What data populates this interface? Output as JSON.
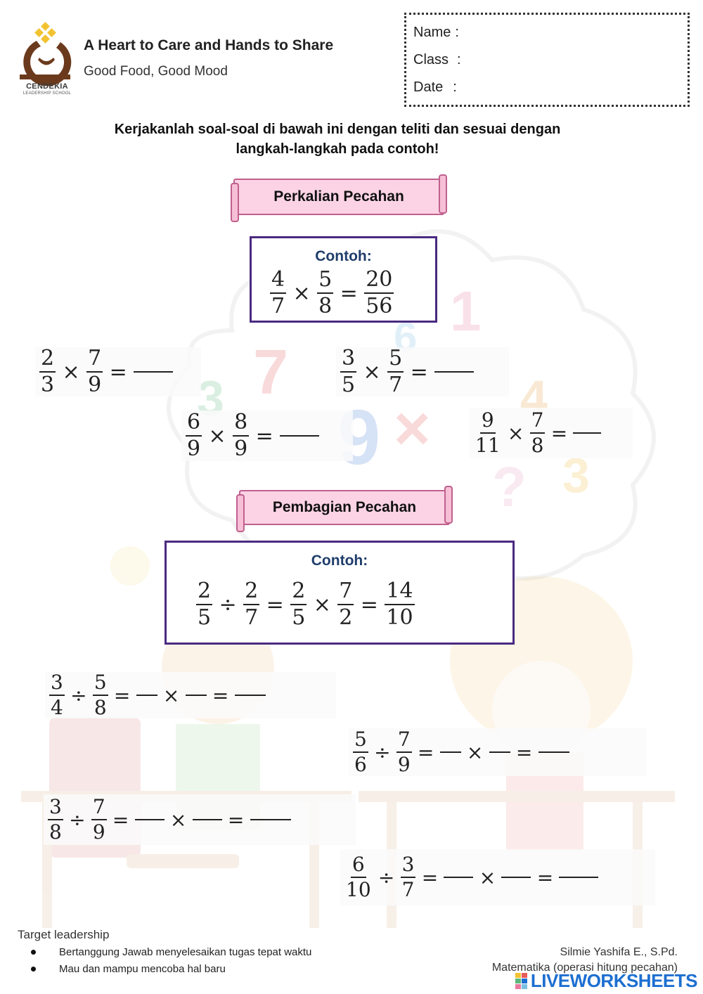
{
  "header": {
    "school_name": "CENDEKIA",
    "school_sub": "LEADERSHIP SCHOOL",
    "motto": "A Heart to Care and Hands to Share",
    "tagline": "Good Food, Good Mood"
  },
  "identity": {
    "name_label": "Name",
    "class_label": "Class",
    "date_label": "Date",
    "name_value": "",
    "class_value": "",
    "date_value": ""
  },
  "instruction": {
    "line1": "Kerjakanlah soal-soal di bawah ini dengan teliti dan sesuai dengan",
    "line2": "langkah-langkah pada contoh!"
  },
  "multiplication": {
    "banner": "Perkalian Pecahan",
    "example_title": "Contoh:",
    "example": {
      "a": {
        "num": "4",
        "den": "7"
      },
      "b": {
        "num": "5",
        "den": "8"
      },
      "result": {
        "num": "20",
        "den": "56"
      }
    },
    "problems": [
      {
        "a": {
          "num": "2",
          "den": "3"
        },
        "b": {
          "num": "7",
          "den": "9"
        }
      },
      {
        "a": {
          "num": "3",
          "den": "5"
        },
        "b": {
          "num": "5",
          "den": "7"
        }
      },
      {
        "a": {
          "num": "6",
          "den": "9"
        },
        "b": {
          "num": "8",
          "den": "9"
        }
      },
      {
        "a": {
          "num": "9",
          "den": "11"
        },
        "b": {
          "num": "7",
          "den": "8"
        }
      }
    ]
  },
  "division": {
    "banner": "Pembagian Pecahan",
    "example_title": "Contoh:",
    "example": {
      "a": {
        "num": "2",
        "den": "5"
      },
      "b": {
        "num": "2",
        "den": "7"
      },
      "c": {
        "num": "2",
        "den": "5"
      },
      "d": {
        "num": "7",
        "den": "2"
      },
      "result": {
        "num": "14",
        "den": "10"
      }
    },
    "problems": [
      {
        "a": {
          "num": "3",
          "den": "4"
        },
        "b": {
          "num": "5",
          "den": "8"
        }
      },
      {
        "a": {
          "num": "5",
          "den": "6"
        },
        "b": {
          "num": "7",
          "den": "9"
        }
      },
      {
        "a": {
          "num": "3",
          "den": "8"
        },
        "b": {
          "num": "7",
          "den": "9"
        }
      },
      {
        "a": {
          "num": "6",
          "den": "10"
        },
        "b": {
          "num": "3",
          "den": "7"
        }
      }
    ]
  },
  "symbols": {
    "times": "×",
    "divide": "÷",
    "equals": "="
  },
  "footer": {
    "title": "Target leadership",
    "bullets": [
      "Bertanggung Jawab menyelesaikan tugas tepat waktu",
      "Mau dan mampu mencoba hal baru"
    ],
    "author": "Silmie Yashifa E., S.Pd.",
    "subject": "Matematika (operasi hitung pecahan)",
    "watermark": "LIVEWORKSHEETS"
  },
  "colors": {
    "banner_fill": "#fbd3e4",
    "banner_border": "#c0608e",
    "example_border": "#4b2a80",
    "example_title": "#1f3d6b",
    "logo_brown": "#6b3a1c",
    "logo_gold": "#f2c230",
    "watermark": "#1d6fd1"
  }
}
